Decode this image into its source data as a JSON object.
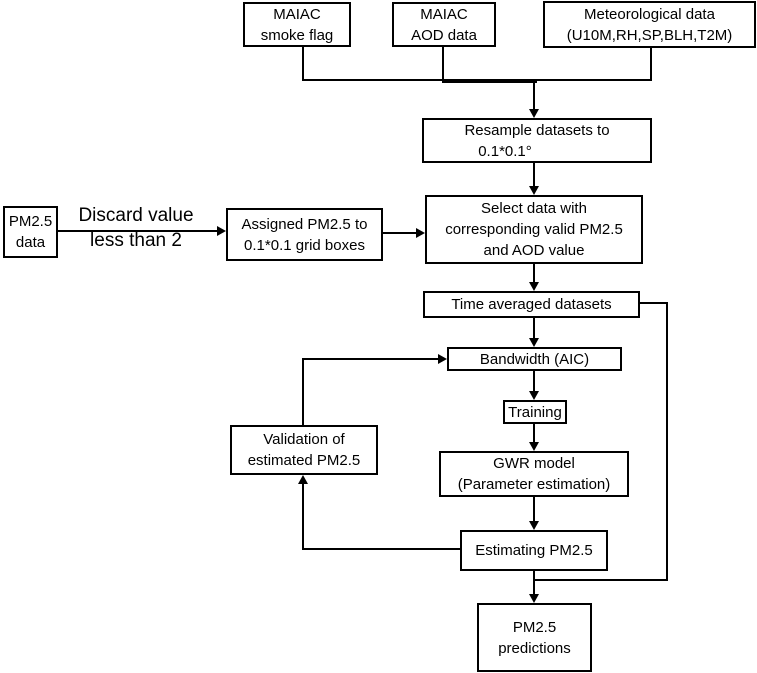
{
  "diagram": {
    "colors": {
      "line": "#000000",
      "background": "#ffffff",
      "text": "#000000"
    },
    "nodes": {
      "maiac_smoke_flag": {
        "lines": [
          "MAIAC",
          "smoke flag"
        ]
      },
      "maiac_aod": {
        "lines": [
          "MAIAC",
          "AOD data"
        ]
      },
      "meteorological": {
        "lines": [
          "Meteorological data",
          "(U10M,RH,SP,BLH,T2M)"
        ]
      },
      "resample": {
        "lines": [
          "Resample datasets to",
          "0.1*0.1°"
        ]
      },
      "pm25_data": {
        "lines": [
          "PM2.5",
          "data"
        ]
      },
      "assigned": {
        "lines": [
          "Assigned PM2.5 to",
          "0.1*0.1 grid boxes"
        ]
      },
      "select_data": {
        "lines": [
          "Select data with",
          "corresponding valid PM2.5",
          "and AOD value"
        ]
      },
      "time_averaged": {
        "lines": [
          "Time averaged datasets"
        ]
      },
      "bandwidth": {
        "lines": [
          "Bandwidth (AIC)"
        ]
      },
      "training": {
        "lines": [
          "Training"
        ]
      },
      "gwr_model": {
        "lines": [
          "GWR model",
          "(Parameter estimation)"
        ]
      },
      "validation": {
        "lines": [
          "Validation of",
          "estimated PM2.5"
        ]
      },
      "estimating": {
        "lines": [
          "Estimating PM2.5"
        ]
      },
      "predictions": {
        "lines": [
          "PM2.5",
          "predictions"
        ]
      }
    },
    "edge_labels": {
      "discard": {
        "lines": [
          "Discard value",
          "less than 2"
        ]
      }
    }
  }
}
